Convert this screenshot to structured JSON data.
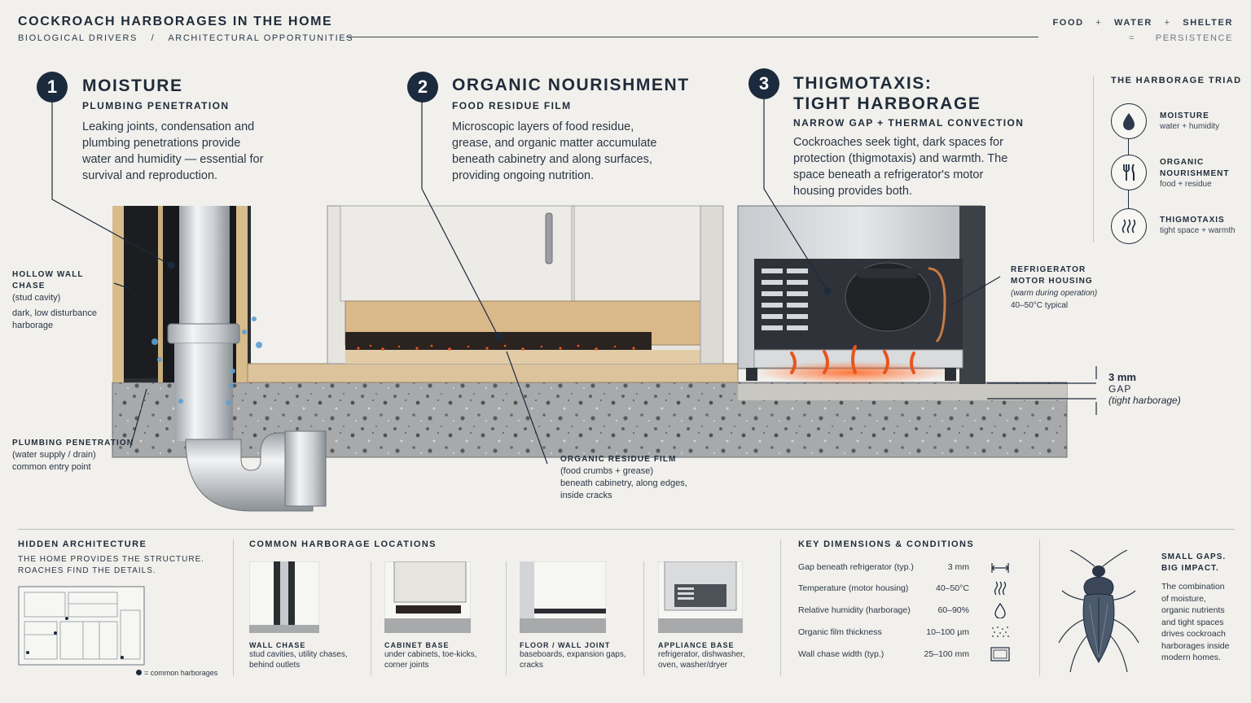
{
  "header": {
    "title": "COCKROACH HARBORAGES IN THE HOME",
    "subtitle_left": "BIOLOGICAL DRIVERS",
    "subtitle_sep": "/",
    "subtitle_right": "ARCHITECTURAL OPPORTUNITIES",
    "formula": {
      "a": "FOOD",
      "b": "WATER",
      "c": "SHELTER",
      "plus": "+",
      "eq": "=",
      "result": "PERSISTENCE"
    }
  },
  "sections": [
    {
      "num": "1",
      "title": "MOISTURE",
      "sub": "PLUMBING PENETRATION",
      "body": "Leaking joints, condensation and plumbing penetrations provide water and humidity — essential for survival and reproduction."
    },
    {
      "num": "2",
      "title": "ORGANIC NOURISHMENT",
      "sub": "FOOD RESIDUE FILM",
      "body": "Microscopic layers of food residue, grease, and organic matter accumulate beneath cabinetry and along surfaces, providing ongoing nutrition."
    },
    {
      "num": "3",
      "title_line1": "THIGMOTAXIS:",
      "title_line2": "TIGHT HARBORAGE",
      "sub": "NARROW GAP + THERMAL CONVECTION",
      "body": "Cockroaches seek tight, dark spaces for protection (thigmotaxis) and warmth. The space beneath a refrigerator's motor housing provides both."
    }
  ],
  "callouts": {
    "wall_chase": {
      "head": "HOLLOW WALL CHASE",
      "line1": "(stud cavity)",
      "line2": "dark, low disturbance",
      "line3": "harborage"
    },
    "plumbing": {
      "head": "PLUMBING PENETRATION",
      "line1": "(water supply / drain)",
      "line2": "common entry point"
    },
    "residue": {
      "head": "ORGANIC RESIDUE FILM",
      "line1": "(food crumbs + grease)",
      "line2": "beneath cabinetry, along edges,",
      "line3": "inside cracks"
    },
    "motor": {
      "head1": "REFRIGERATOR",
      "head2": "MOTOR HOUSING",
      "line1": "(warm during operation)",
      "line2": "40–50°C typical"
    },
    "gap": {
      "value": "3 mm",
      "label": "GAP",
      "note": "(tight harborage)"
    }
  },
  "triad": {
    "title": "THE HARBORAGE TRIAD",
    "items": [
      {
        "icon": "water-drop-icon",
        "h1": "MOISTURE",
        "h2": "",
        "sub": "water + humidity"
      },
      {
        "icon": "fork-knife-icon",
        "h1": "ORGANIC",
        "h2": "NOURISHMENT",
        "sub": "food + residue"
      },
      {
        "icon": "heat-waves-icon",
        "h1": "THIGMOTAXIS",
        "h2": "",
        "sub": "tight space + warmth"
      }
    ]
  },
  "bottom": {
    "hidden": {
      "head": "HIDDEN ARCHITECTURE",
      "line1": "THE HOME PROVIDES THE STRUCTURE.",
      "line2": "ROACHES FIND THE DETAILS.",
      "legend": "= common harborages"
    },
    "locations": {
      "head": "COMMON HARBORAGE LOCATIONS",
      "items": [
        {
          "label": "WALL CHASE",
          "l1": "stud cavities, utility chases,",
          "l2": "behind outlets"
        },
        {
          "label": "CABINET BASE",
          "l1": "under cabinets, toe-kicks,",
          "l2": "corner joints"
        },
        {
          "label": "FLOOR / WALL JOINT",
          "l1": "baseboards, expansion gaps,",
          "l2": "cracks"
        },
        {
          "label": "APPLIANCE BASE",
          "l1": "refrigerator, dishwasher,",
          "l2": "oven, washer/dryer"
        }
      ]
    },
    "dimensions": {
      "head": "KEY DIMENSIONS & CONDITIONS",
      "rows": [
        {
          "label": "Gap beneath refrigerator (typ.)",
          "value": "3 mm",
          "icon": "gap-width-icon"
        },
        {
          "label": "Temperature (motor housing)",
          "value": "40–50°C",
          "icon": "heat-waves-icon"
        },
        {
          "label": "Relative humidity (harborage)",
          "value": "60–90%",
          "icon": "water-drop-icon"
        },
        {
          "label": "Organic film thickness",
          "value": "10–100 µm",
          "icon": "dotted-film-icon"
        },
        {
          "label": "Wall chase width (typ.)",
          "value": "25–100 mm",
          "icon": "rectangle-icon"
        }
      ]
    },
    "side": {
      "h1": "SMALL GAPS.",
      "h2": "BIG IMPACT.",
      "lines": [
        "The combination",
        "of moisture,",
        "organic nutrients",
        "and tight spaces",
        "drives cockroach",
        "harborages inside",
        "modern homes."
      ]
    }
  },
  "colors": {
    "navy": "#1c2a3d",
    "heat": "#e8541f",
    "water": "#4a90c8",
    "concrete": "#a9aaab",
    "wood": "#d9b98a"
  }
}
